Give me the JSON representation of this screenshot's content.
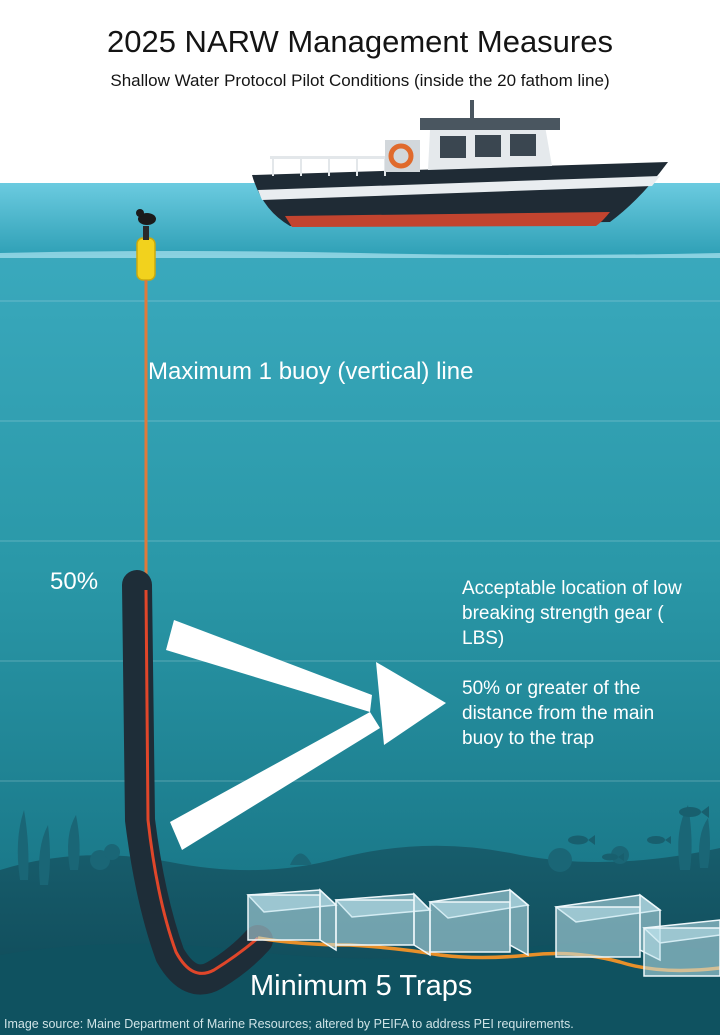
{
  "header": {
    "title": "2025 NARW Management Measures",
    "subtitle": "Shallow Water Protocol Pilot Conditions (inside the 20 fathom line)"
  },
  "labels": {
    "buoy_line": "Maximum 1 buoy (vertical) line",
    "percent_marker": "50%",
    "lbs_heading": "Acceptable location of low breaking strength gear ( LBS)",
    "lbs_detail": "50% or greater of the distance from the main buoy to the trap",
    "traps": "Minimum 5 Traps"
  },
  "footer": {
    "source": "Image source: Maine Department of Marine Resources; altered by PEIFA to address PEI requirements."
  },
  "colors": {
    "sky": "#ffffff",
    "water_surface": "#56c1d6",
    "water_deep": "#146f80",
    "rope": "#e0793a",
    "lbs_sleeve": "#1e2d38",
    "buoy": "#f2d21d",
    "text_dark": "#141414",
    "text_light": "#ffffff"
  }
}
